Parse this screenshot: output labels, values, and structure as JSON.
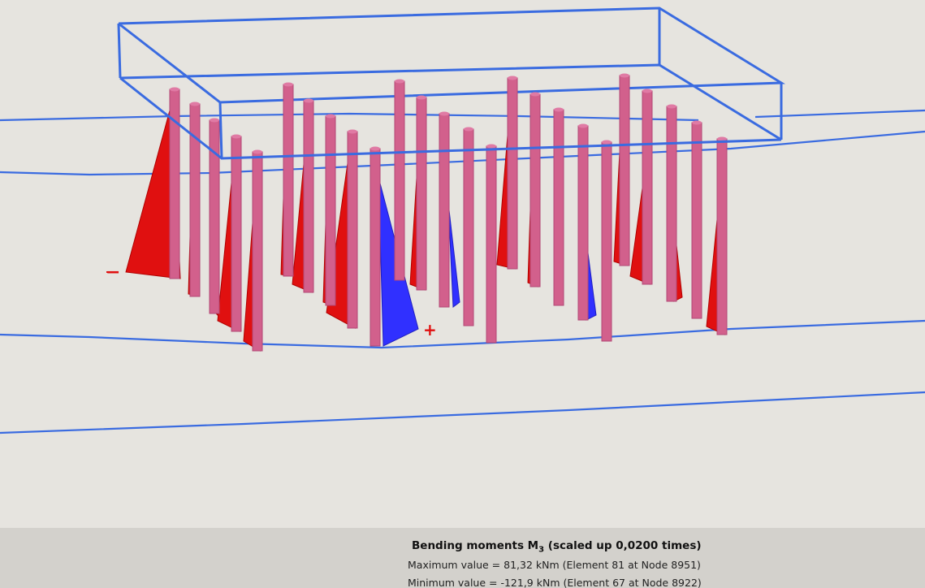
{
  "legend": {
    "title_prefix": "Bending moments M",
    "title_subscript": "3",
    "title_suffix": " (scaled up 0,0200 times)",
    "max_line": "Maximum value = 81,32 kNm (Element 81 at Node 8951)",
    "min_line": "Minimum value = -121,9 kNm (Element 67 at Node 8922)"
  },
  "markers": {
    "negative": "−",
    "positive": "+"
  },
  "colors": {
    "background": "#e6e4df",
    "soil_boundary": "#3a6be0",
    "pile": "#d2608c",
    "pile_edge": "#b34876",
    "negative_moment": "#e01010",
    "positive_moment": "#3030ff",
    "caption_bar": "#d3d1cc"
  }
}
